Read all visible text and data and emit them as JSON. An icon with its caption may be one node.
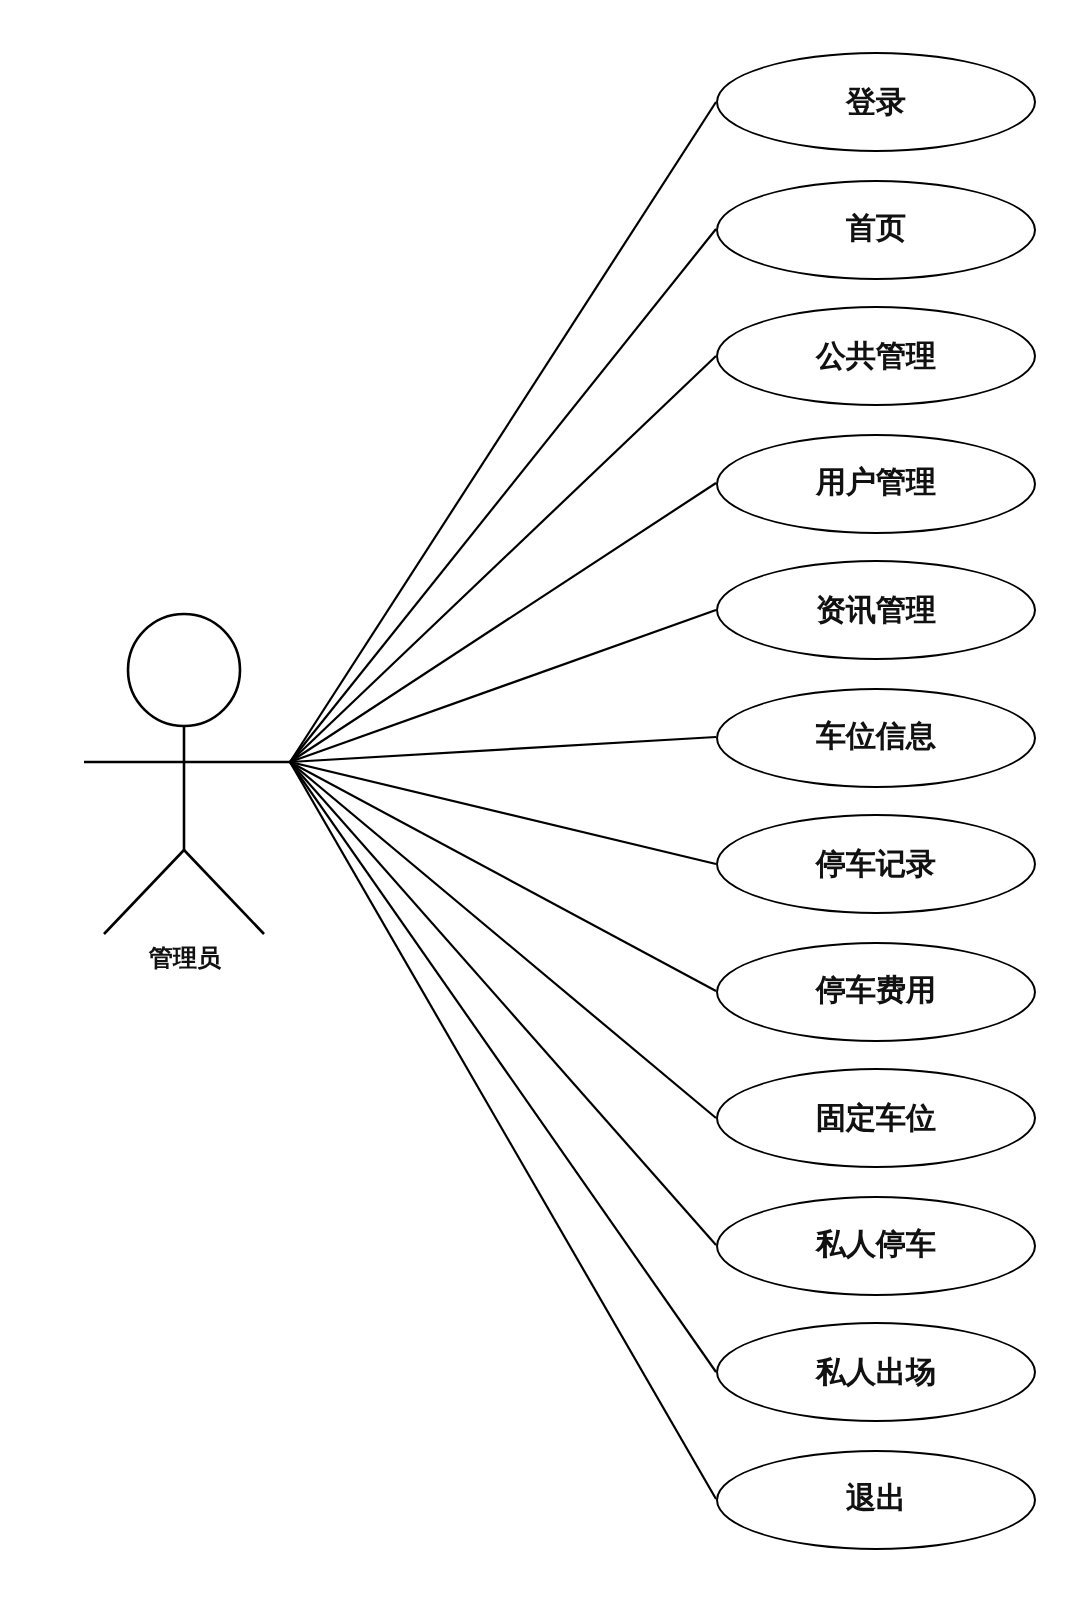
{
  "diagram": {
    "nodes": [
      {
        "text": [
          "管理员"
        ]
      },
      {
        "text": [
          "登录"
        ]
      },
      {
        "text": [
          "首页"
        ]
      },
      {
        "text": [
          "公共管理"
        ]
      },
      {
        "text": [
          "用户管理"
        ]
      },
      {
        "text": [
          "资讯管理"
        ]
      },
      {
        "text": [
          "车位信息"
        ]
      },
      {
        "text": [
          "停车记录"
        ]
      },
      {
        "text": [
          "停车费用"
        ]
      },
      {
        "text": [
          "固定车位"
        ]
      },
      {
        "text": [
          "私人停车"
        ]
      },
      {
        "text": [
          "私人出场"
        ]
      },
      {
        "text": [
          "退出"
        ]
      }
    ],
    "edges": [
      {
        "from": 0,
        "to": 1,
        "arrow": "none"
      },
      {
        "from": 0,
        "to": 2,
        "arrow": "none"
      },
      {
        "from": 0,
        "to": 3,
        "arrow": "none"
      },
      {
        "from": 0,
        "to": 4,
        "arrow": "none"
      },
      {
        "from": 0,
        "to": 5,
        "arrow": "none"
      },
      {
        "from": 0,
        "to": 6,
        "arrow": "none"
      },
      {
        "from": 0,
        "to": 7,
        "arrow": "none"
      },
      {
        "from": 0,
        "to": 8,
        "arrow": "none"
      },
      {
        "from": 0,
        "to": 9,
        "arrow": "none"
      },
      {
        "from": 0,
        "to": 10,
        "arrow": "none"
      },
      {
        "from": 0,
        "to": 11,
        "arrow": "none"
      },
      {
        "from": 0,
        "to": 12,
        "arrow": "none"
      }
    ]
  }
}
